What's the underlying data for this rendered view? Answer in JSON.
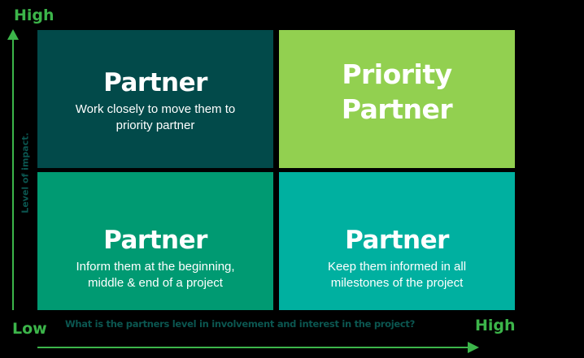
{
  "y_axis": {
    "high_label": "High",
    "title": "Level of impact."
  },
  "x_axis": {
    "low_label": "Low",
    "high_label": "High",
    "title": "What is the partners level in involvement and interest in the project?"
  },
  "colors": {
    "background": "#000000",
    "axis_green": "#3cb54a",
    "axis_title_teal": "#0b5650",
    "quad_top_left": "#024a4a",
    "quad_top_right": "#92d050",
    "quad_bottom_left": "#009a72",
    "quad_bottom_right": "#00b0a0"
  },
  "quadrants": {
    "top_left": {
      "title": "Partner",
      "description_line1": "Work closely to move them to",
      "description_line2": "priority partner"
    },
    "top_right": {
      "title_line1": "Priority",
      "title_line2": "Partner"
    },
    "bottom_left": {
      "title": "Partner",
      "description_line1": "Inform them at the beginning,",
      "description_line2": "middle & end of a project"
    },
    "bottom_right": {
      "title": "Partner",
      "description_line1": "Keep them informed in all",
      "description_line2": "milestones of the project"
    }
  }
}
